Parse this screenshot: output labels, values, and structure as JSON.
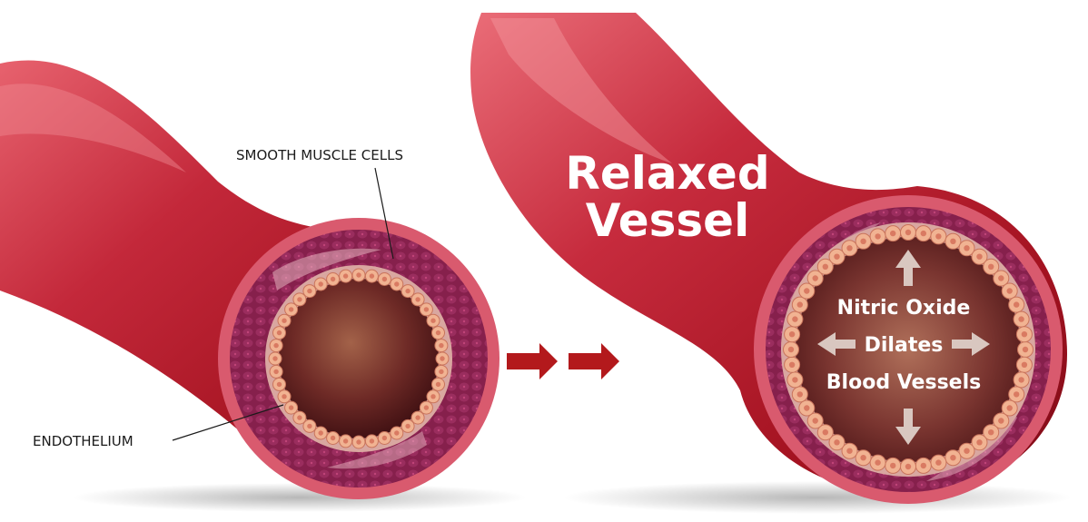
{
  "labels": {
    "smooth_muscle": "SMOOTH MUSCLE CELLS",
    "endothelium": "ENDOTHELIUM"
  },
  "title": {
    "line1": "Relaxed",
    "line2": "Vessel"
  },
  "center_text": {
    "line1": "Nitric Oxide",
    "line2": "Dilates",
    "line3": "Blood Vessels"
  },
  "colors": {
    "vessel_dark": "#8e0f1d",
    "vessel_mid": "#c2283a",
    "vessel_light": "#e35b67",
    "muscle_layer": "#8a2150",
    "pink_ring": "#d85d70",
    "lumen": "#6b1f22",
    "endothelial_cell": "#f1b392",
    "arrow_red": "#b3191c"
  }
}
